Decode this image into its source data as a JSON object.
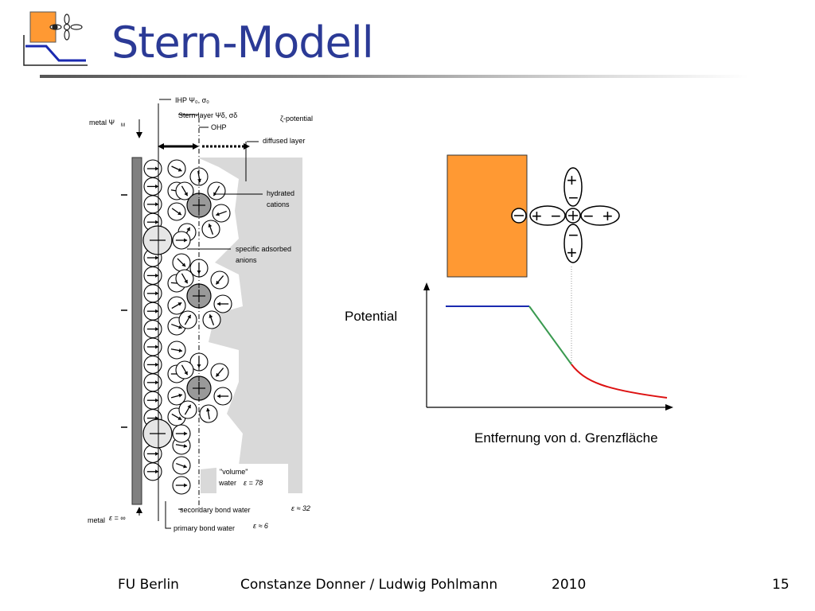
{
  "title": "Stern-Modell",
  "left_figure": {
    "ihp": "IHP Ψ₀, σ₀",
    "metal_psi": "metal Ψ",
    "metal_psi_sub": "M",
    "stern_layer": "Stern-layer Ψδ, σδ",
    "zeta": "ζ-potential",
    "ohp": "OHP",
    "diffused_layer": "diffused layer",
    "hydrated_cations_1": "hydrated",
    "hydrated_cations_2": "cations",
    "specific_anions_1": "specific adsorbed",
    "specific_anions_2": "anions",
    "volume_water_1": "\"volume\"",
    "volume_water_2": "water",
    "volume_eps": "ε = 78",
    "secondary_water": "secondary bond water",
    "secondary_eps": "ε ≈ 32",
    "metal_eps": "metal",
    "metal_eps_val": "ε = ∞",
    "primary_water": "primary bond water",
    "primary_eps": "ε ≈ 6"
  },
  "right_figure": {
    "potential_label": "Potential",
    "distance_label": "Entfernung von d. Grenzfläche",
    "colors": {
      "electrode": "#ff9933",
      "flat": "#1a2ab0",
      "linear": "#3a9a50",
      "exponential": "#dd1111"
    }
  },
  "footer": {
    "left": "FU Berlin",
    "authors": "Constanze Donner / Ludwig Pohlmann",
    "year": "2010",
    "page": "15"
  }
}
